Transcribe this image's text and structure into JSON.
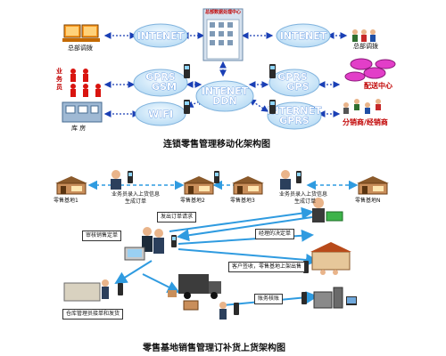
{
  "top": {
    "clouds": [
      "INTENET",
      "INTENET",
      "GPRS\nGSM",
      "INTENET\nDDN",
      "GPRS\nGPS",
      "WIFI",
      "INTERNET\nGPRS"
    ],
    "hq_label": "总部数据处理中心",
    "left_labels": {
      "headquarters": "总部调拨",
      "salesman": "业\n务\n员",
      "warehouse": "库 房"
    },
    "right_labels": {
      "headquarters": "总部调拨",
      "delivery_center": "配送中心",
      "distributor": "分销商/经销商"
    },
    "caption": "连锁零售管理移动化架构图"
  },
  "bottom": {
    "sites": [
      "零售基地1",
      "零售基地2",
      "零售基地3",
      "零售基地N"
    ],
    "salesman_notes": [
      "业务员录入上货信息",
      "生成订单",
      "业务员录入上货信息",
      "生成订单"
    ],
    "notes": {
      "send_order": "发出订单请求",
      "audit": "审核销售定单",
      "manager_decision": "经理的决定单",
      "customer_sign": "客户签收，零售基地上架出售",
      "warehouse_admin": "仓库管理员接单和发货",
      "ledger": "账务核账"
    },
    "caption": "零售基地销售管理订补货上货架构图"
  }
}
